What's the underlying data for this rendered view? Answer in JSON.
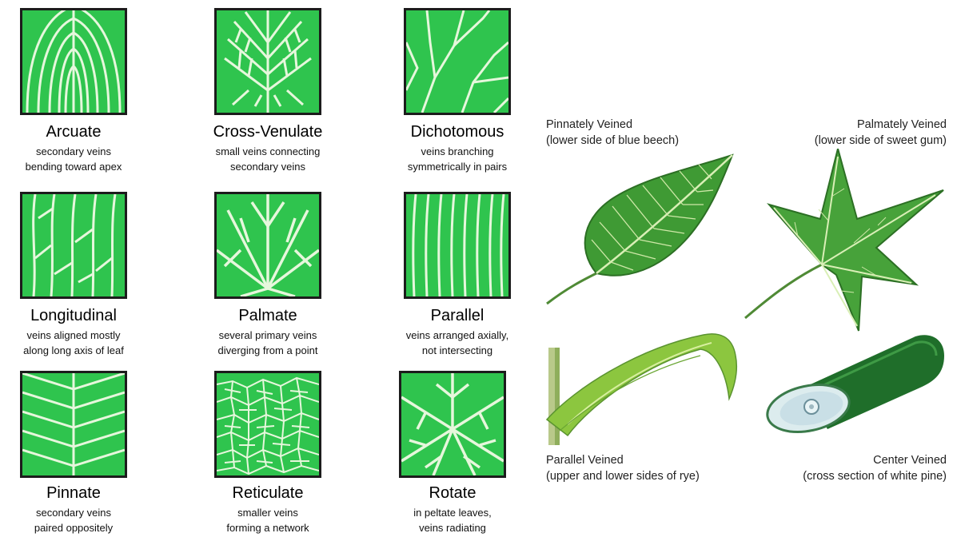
{
  "tiles": [
    {
      "name": "Arcuate",
      "desc": [
        "secondary veins",
        "bending toward apex"
      ]
    },
    {
      "name": "Cross-Venulate",
      "desc": [
        "small veins connecting",
        "secondary veins"
      ]
    },
    {
      "name": "Dichotomous",
      "desc": [
        "veins branching",
        "symmetrically in pairs"
      ]
    },
    {
      "name": "Longitudinal",
      "desc": [
        "veins aligned mostly",
        "along long axis of leaf"
      ]
    },
    {
      "name": "Palmate",
      "desc": [
        "several primary veins",
        "diverging from a point"
      ]
    },
    {
      "name": "Parallel",
      "desc": [
        "veins arranged axially,",
        "not intersecting"
      ]
    },
    {
      "name": "Pinnate",
      "desc": [
        "secondary veins",
        "paired oppositely"
      ]
    },
    {
      "name": "Reticulate",
      "desc": [
        "smaller veins",
        "forming a network"
      ]
    },
    {
      "name": "Rotate",
      "desc": [
        "in peltate leaves,",
        "veins radiating"
      ]
    }
  ],
  "illustrations": [
    {
      "title": "Pinnately Veined",
      "sub": "(lower side of blue beech)"
    },
    {
      "title": "Palmately Veined",
      "sub": "(lower side of sweet gum)"
    },
    {
      "title": "Parallel Veined",
      "sub": "(upper and lower sides of rye)"
    },
    {
      "title": "Center Veined",
      "sub": "(cross section of white pine)"
    }
  ],
  "colors": {
    "tile_green": "#2fc44e",
    "vein": "#e6f7dc",
    "leaf_green": "#3f9a34",
    "needle_green": "#1f6e2a"
  }
}
